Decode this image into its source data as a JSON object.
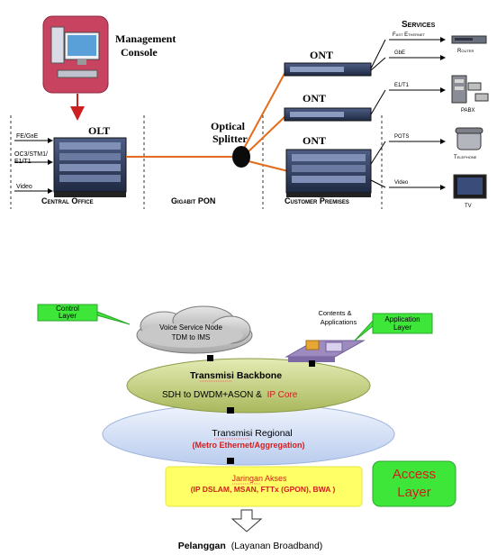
{
  "pon": {
    "console_label_1": "Management",
    "console_label_2": "Console",
    "olt_label": "OLT",
    "splitter_label_1": "Optical",
    "splitter_label_2": "Splitter",
    "ont_labels": [
      "ONT",
      "ONT",
      "ONT"
    ],
    "left_links": [
      "FE/GbE",
      "OC3/STM1/",
      "E1/T1",
      "Video"
    ],
    "services_title": "Services",
    "service_links": [
      "Fast Ethernet",
      "GbE",
      "E1/T1",
      "POTS",
      "Video"
    ],
    "device_labels": [
      "Router",
      "PABX",
      "Telephone",
      "TV"
    ],
    "footer": [
      "Central Office",
      "Gigabit PON",
      "Customer Premises"
    ],
    "colors": {
      "fiber": "#e36b1c",
      "console_box": "#c7435f",
      "arrow": "#cc1f1f"
    }
  },
  "layers": {
    "control_layer": [
      "Control",
      "Layer"
    ],
    "application_layer": [
      "Application",
      "Layer"
    ],
    "contents": [
      "Contents &",
      "Applications"
    ],
    "voice_node": [
      "Voice Service Node",
      "TDM to IMS"
    ],
    "backbone_title": "Transmisi Backbone",
    "backbone_sub_black": "SDH to DWDM+ASON &",
    "backbone_sub_red": "IP Core",
    "regional_title": "Transmisi Regional",
    "regional_sub": "(Metro Ethernet/Aggregation)",
    "access_title": "Jaringan Akses",
    "access_sub": "(IP DSLAM, MSAN, FTTx (GPON), BWA )",
    "access_layer": [
      "Access",
      "Layer"
    ],
    "customer": "Pelanggan",
    "customer_sub": "(Layanan Broadband)",
    "colors": {
      "green_label": "#3ee63a",
      "red_text": "#d41d1d",
      "access_box": "#ffff66"
    }
  }
}
